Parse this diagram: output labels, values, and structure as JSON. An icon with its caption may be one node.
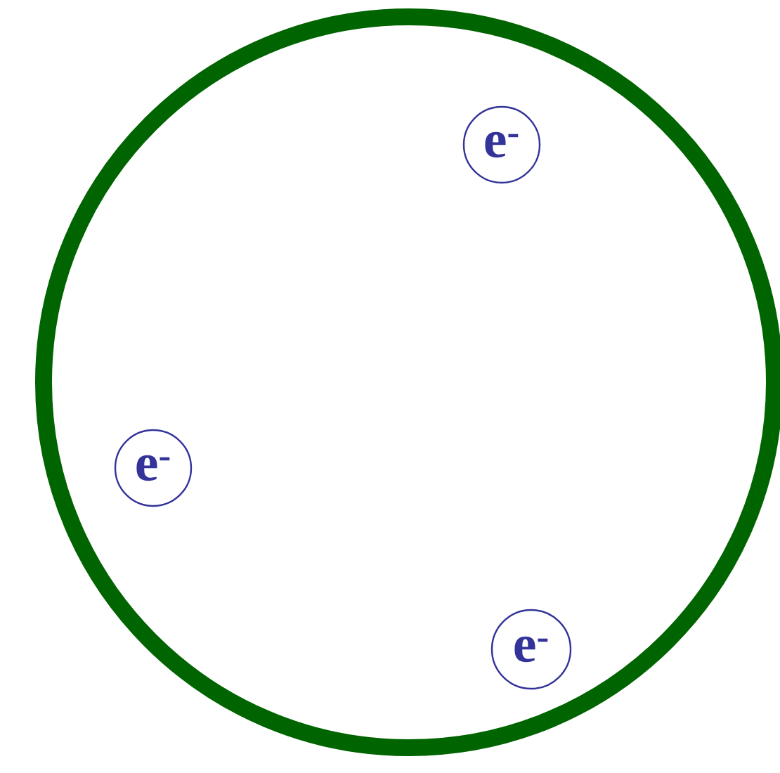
{
  "diagram": {
    "nodes": [
      {
        "text": [],
        "shape": "circle"
      },
      {
        "text": [
          "e$^{-}$"
        ],
        "in": 0
      },
      {
        "text": [
          "e$^{-}$"
        ],
        "in": 0
      },
      {
        "text": [
          "e$^{-}$"
        ],
        "in": 0
      }
    ]
  }
}
